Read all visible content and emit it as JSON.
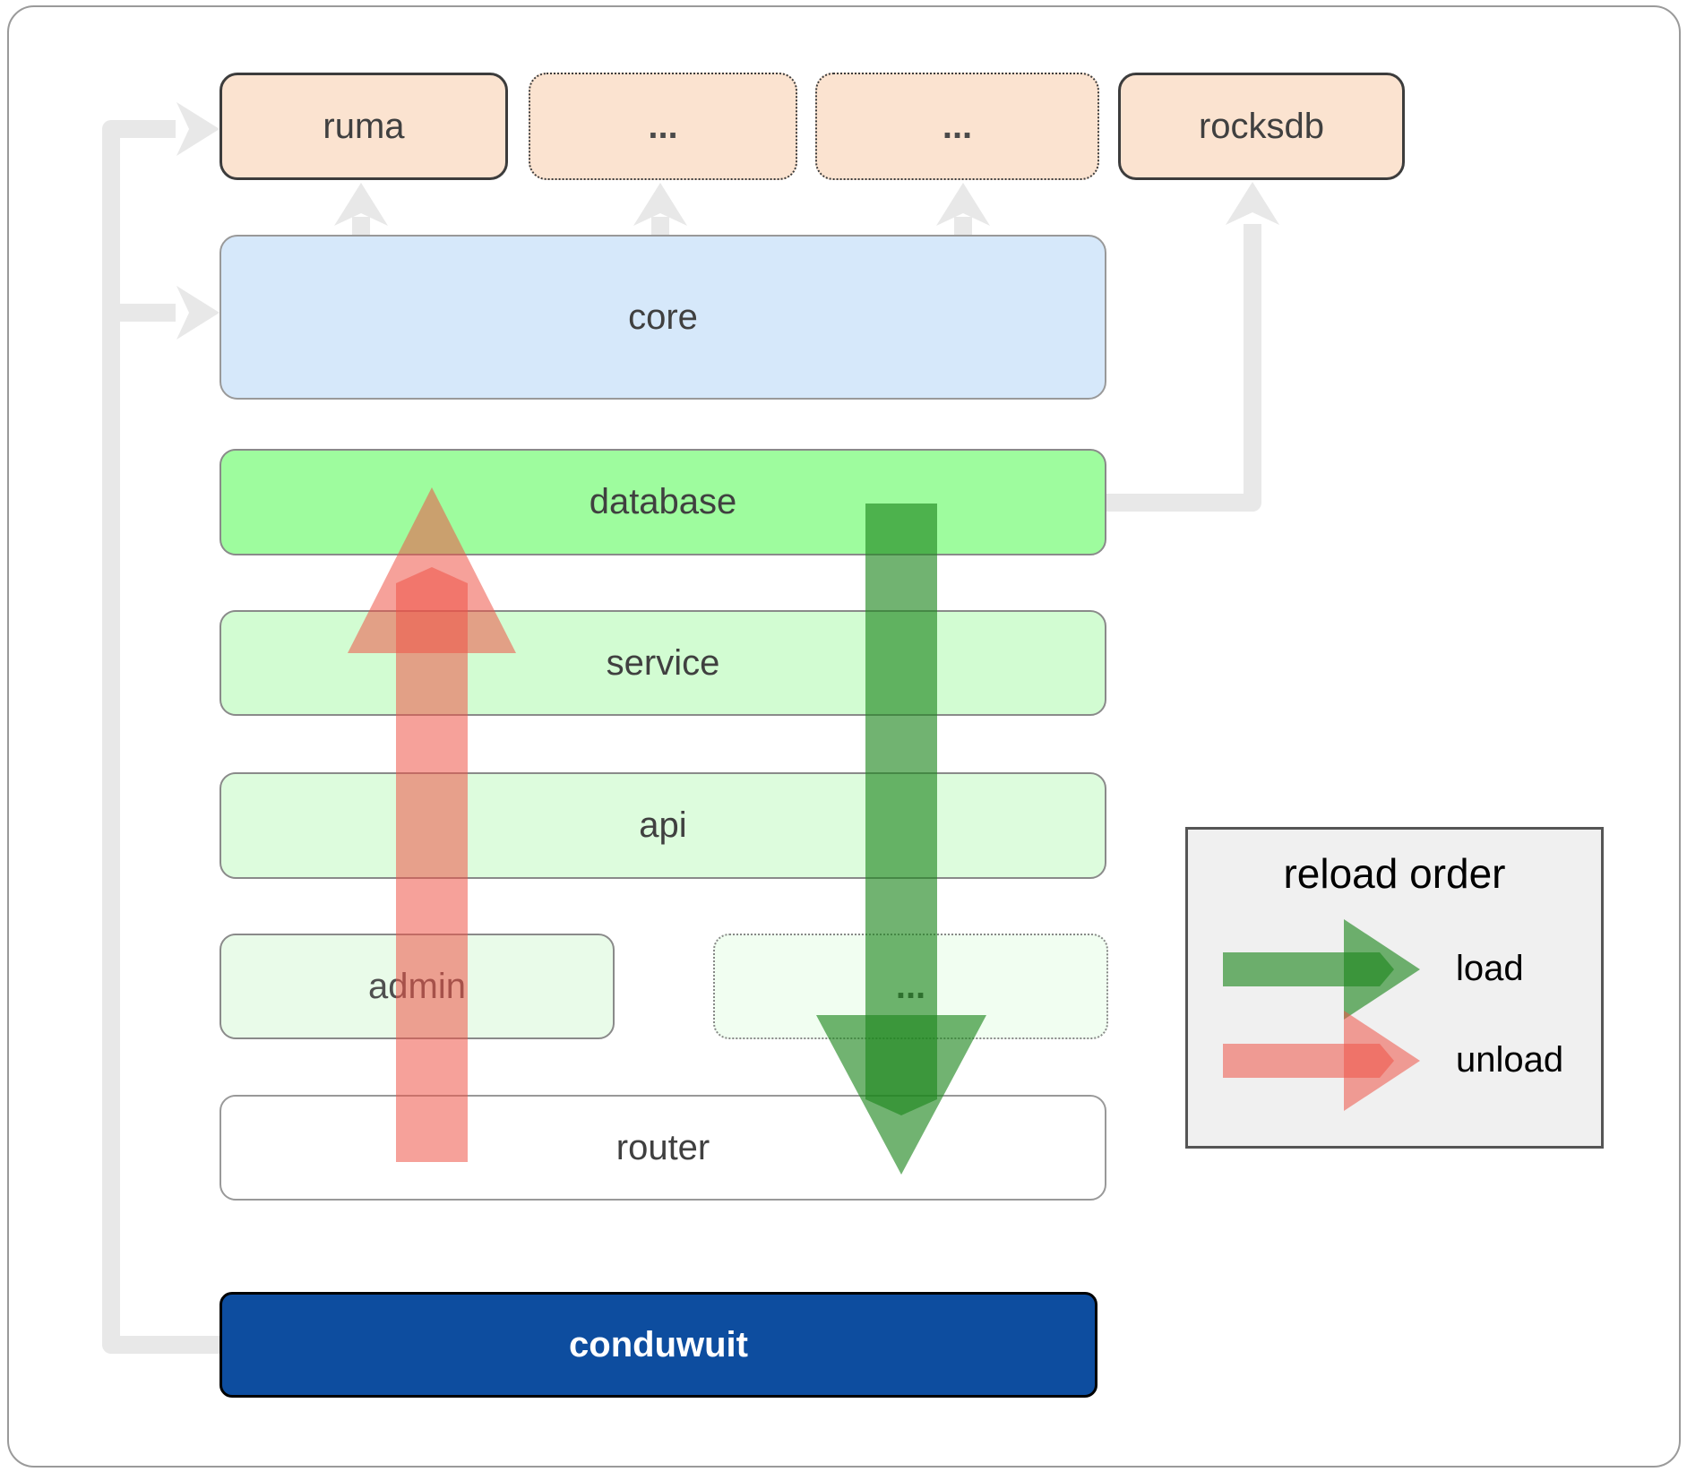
{
  "diagram": {
    "boxes": {
      "ruma": "ruma",
      "top_dots_1": "...",
      "top_dots_2": "...",
      "rocksdb": "rocksdb",
      "core": "core",
      "database": "database",
      "service": "service",
      "api": "api",
      "admin": "admin",
      "mid_dots": "...",
      "router": "router",
      "conduwuit": "conduwuit"
    },
    "legend": {
      "title": "reload order",
      "load_label": "load",
      "unload_label": "unload"
    },
    "colors": {
      "load_arrow": "#1e871e",
      "unload_arrow": "#ef5347",
      "connector": "#e8e8e8",
      "peach_fill": "#fbe3d0",
      "core_fill": "#d6e8fa",
      "database_fill": "#9efc9e",
      "service_fill": "#d2fcd2",
      "api_fill": "#ddfcdd",
      "admin_fill": "#e9fbe9",
      "router_fill": "#ffffff",
      "conduwuit_fill": "#0d4d9f",
      "legend_fill": "#f0f0f0"
    }
  }
}
